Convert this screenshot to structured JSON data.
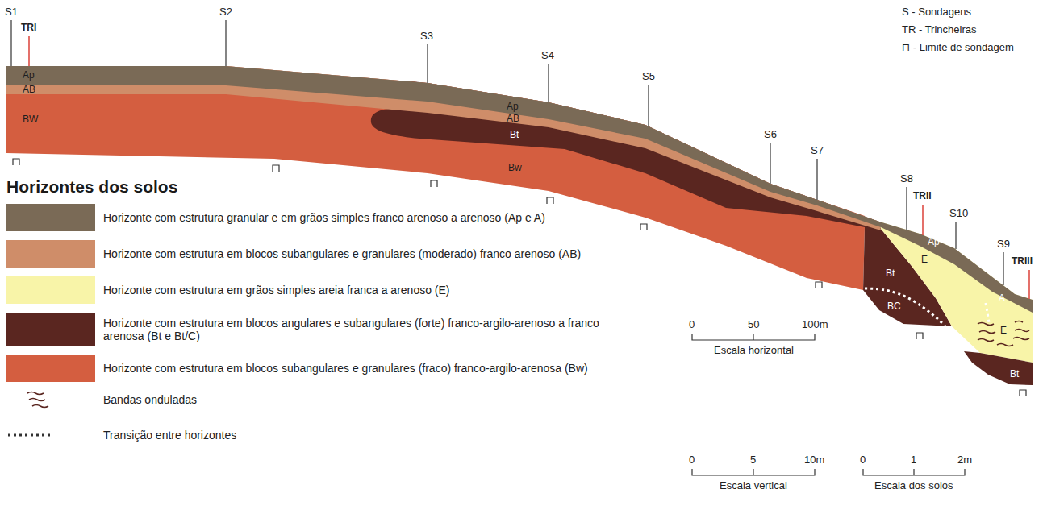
{
  "diagram": {
    "labels": [
      "S1",
      "TRI",
      "Ap",
      "AB",
      "BW",
      "S2",
      "S3",
      "S4",
      "S5",
      "Ap",
      "AB",
      "Bt",
      "Bw",
      "S6",
      "S7",
      "S8",
      "TRII",
      "Ap",
      "E",
      "Bt",
      "BC",
      "S10",
      "S9",
      "TRIII",
      "A",
      "E",
      "Bt",
      "Horizontes dos solos",
      "0",
      "50",
      "100m",
      "Escala horizontal",
      "0",
      "5",
      "10m",
      "Escala vertical",
      "0",
      "1",
      "2m",
      "Escala dos solos"
    ],
    "legend": [
      {
        "text": "Horizonte com estrutura granular e em grãos simples franco arenoso a arenoso (Ap e A)",
        "color": "#7a6a56"
      },
      {
        "text": "Horizonte com estrutura em blocos subangulares e granulares (moderado) franco arenoso (AB)",
        "color": "#cf8d69"
      },
      {
        "text": "Horizonte com estrutura em grãos simples areia franca a arenoso (E)",
        "color": "#f8f4a8"
      },
      {
        "text": "Horizonte com estrutura em blocos angulares e subangulares (forte) franco-argilo-arenoso a franco arenosa (Bt e Bt/C)",
        "color": "#5a2620"
      },
      {
        "text": "Horizonte com estrutura em blocos subangulares e granulares (fraco) franco-argilo-arenosa (Bw)",
        "color": "#d45e40"
      },
      {
        "text": "Bandas onduladas"
      },
      {
        "text": "Transição entre horizontes"
      },
      {
        "text": "S - Sondagens"
      },
      {
        "text": "TR - Trincheiras"
      },
      {
        "text": "⊓ - Limite de sondagem"
      }
    ]
  }
}
